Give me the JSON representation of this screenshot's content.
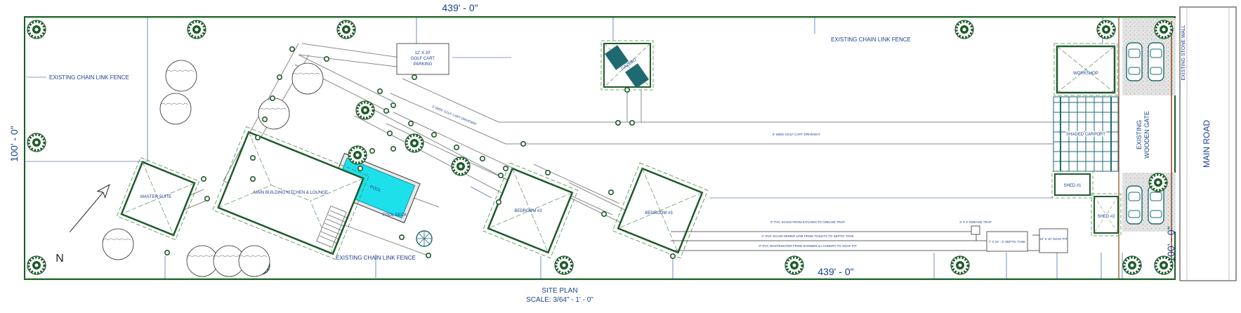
{
  "dimensions": {
    "top_length": "439' - 0\"",
    "bottom_length": "439' - 0\"",
    "left_width": "100' - 0\"",
    "right_width": "100' - 0\""
  },
  "fence_labels": {
    "top": "EXISTING CHAIN LINK FENCE",
    "left": "EXISTING CHAIN LINK FENCE",
    "bottom": "EXISTING CHAIN LINK FENCE"
  },
  "road": {
    "name": "MAIN ROAD",
    "wall": "EXISTING STONE WALL"
  },
  "gate": {
    "line1": "EXISTING",
    "line2": "WOODEN GATE"
  },
  "rooms": {
    "master_suite": "MASTER SUITE",
    "main_building": "MAIN BUILDING KITCHEN & LOUNGE",
    "pool": "POOL",
    "pool_deck": "FOOL DECK",
    "bedroom2": "BEDROOM #2",
    "bedroom3": "BEDROOM #3",
    "gazebo": "GAZEBO",
    "workshop": "WORKSHOP",
    "carport": "SHADED CARPORT",
    "shed1": "SHED #1",
    "shed2": "SHED #2"
  },
  "parking": {
    "line1": "12' X 20'",
    "line2": "GOLF CART",
    "line3": "PARKING"
  },
  "driveways": {
    "upper": "5' WIDE GOLF CART DRIVEWAY",
    "main": "5' WIDE GOLF CART DRIVEWAY"
  },
  "pipes": {
    "line1": "2\" PVC SCH40 FROM KITCHEN TO GREASE TRAP",
    "line2": "4\" PVC SCH40 SEWER LINE FROM TOILETS TO SEPTIC TANK",
    "line3": "3\" PVC WASTEWATER FROM SHOWER & LAUNDRY TO SOAK PIT"
  },
  "septic": {
    "grease_trap": "3' X 3' GREASE TRAP",
    "septic_tank": "7' X 10' - 6' SEPTIC TANK",
    "soak_pit": "10' X 10' SOAK PIT"
  },
  "title": {
    "line1": "SITE PLAN",
    "line2": "SCALE: 3/64\" - 1' - 0\""
  },
  "north": "N"
}
